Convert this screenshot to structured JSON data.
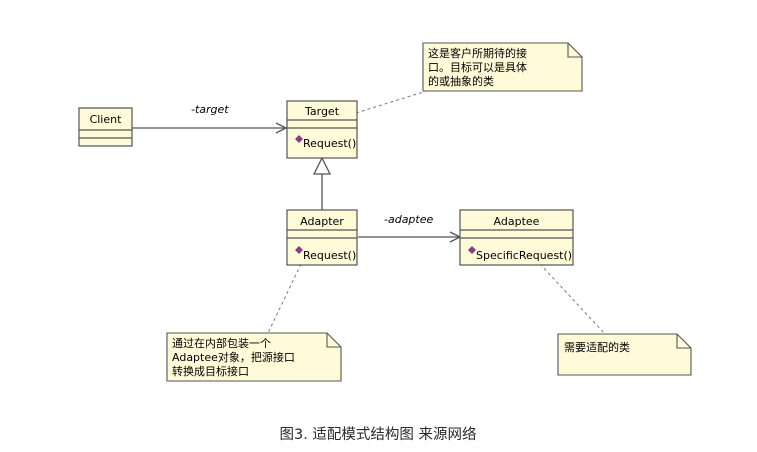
{
  "diagram": {
    "classes": {
      "client": {
        "name": "Client",
        "operation": ""
      },
      "target": {
        "name": "Target",
        "operation": "Request()"
      },
      "adapter": {
        "name": "Adapter",
        "operation": "Request()"
      },
      "adaptee": {
        "name": "Adaptee",
        "operation": "SpecificRequest()"
      }
    },
    "associations": {
      "client_target": {
        "role": "-target"
      },
      "adapter_adaptee": {
        "role": "-adaptee"
      }
    },
    "notes": {
      "target_note": {
        "lines": [
          "这是客户所期待的接",
          "口。目标可以是具体",
          "的或抽象的类"
        ]
      },
      "adapter_note": {
        "lines": [
          "通过在内部包装一个",
          "Adaptee对象，把源接口",
          "转换成目标接口"
        ]
      },
      "adaptee_note": {
        "lines": [
          "需要适配的类"
        ]
      }
    }
  },
  "caption": "图3. 适配模式结构图 来源网络",
  "colors": {
    "class_fill": "#fffbd8",
    "note_fill": "#fffbd8",
    "line": "#555555",
    "dashed_line": "#7a7a7a",
    "operation_marker": "#8a3c86"
  }
}
